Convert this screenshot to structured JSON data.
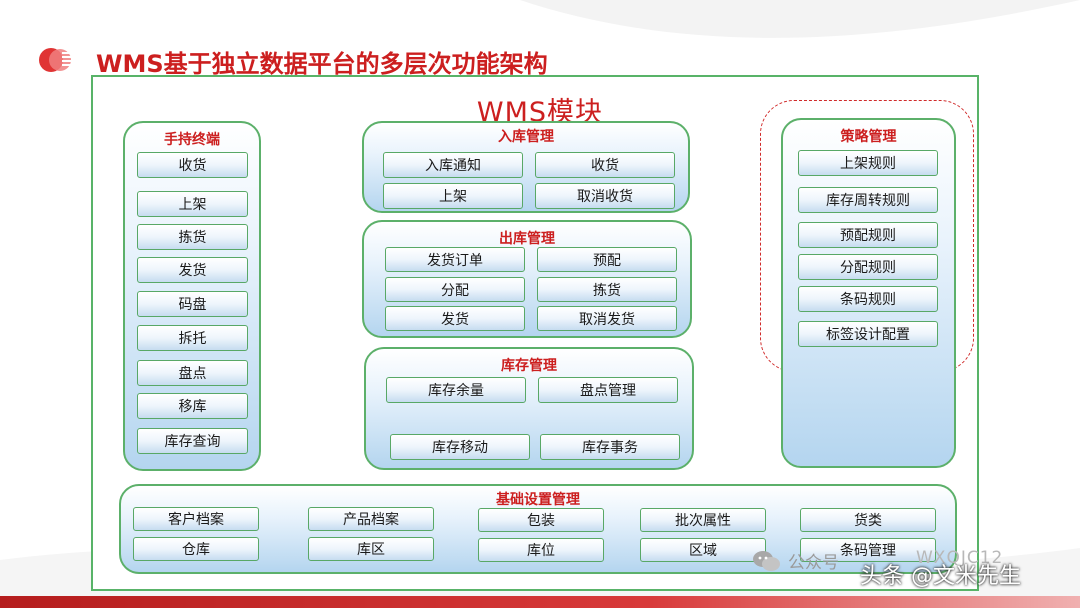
{
  "slide": {
    "title": "WMS基于独立数据平台的多层次功能架构"
  },
  "frame": {
    "title": "WMS模块"
  },
  "handheld": {
    "title": "手持终端",
    "items": [
      "收货",
      "上架",
      "拣货",
      "发货",
      "码盘",
      "拆托",
      "盘点",
      "移库",
      "库存查询"
    ]
  },
  "inbound": {
    "title": "入库管理",
    "items": [
      "入库通知",
      "收货",
      "上架",
      "取消收货"
    ]
  },
  "outbound": {
    "title": "出库管理",
    "items": [
      "发货订单",
      "预配",
      "分配",
      "拣货",
      "发货",
      "取消发货"
    ]
  },
  "inventory": {
    "title": "库存管理",
    "items": [
      "库存余量",
      "盘点管理",
      "库存移动",
      "库存事务"
    ]
  },
  "strategy": {
    "title": "策略管理",
    "items": [
      "上架规则",
      "库存周转规则",
      "预配规则",
      "分配规则",
      "条码规则",
      "标签设计配置"
    ]
  },
  "basic": {
    "title": "基础设置管理",
    "items": [
      "客户档案",
      "仓库",
      "产品档案",
      "库区",
      "包装",
      "库位",
      "批次属性",
      "区域",
      "货类",
      "条码管理"
    ]
  },
  "watermarks": {
    "wechat": "公众号",
    "handle": "WXQJC12",
    "toutiao": "头条 @文米先生"
  },
  "colors": {
    "accent": "#cc1f1f",
    "border": "#58b368",
    "panel_bottom": "#b4d5ef"
  }
}
